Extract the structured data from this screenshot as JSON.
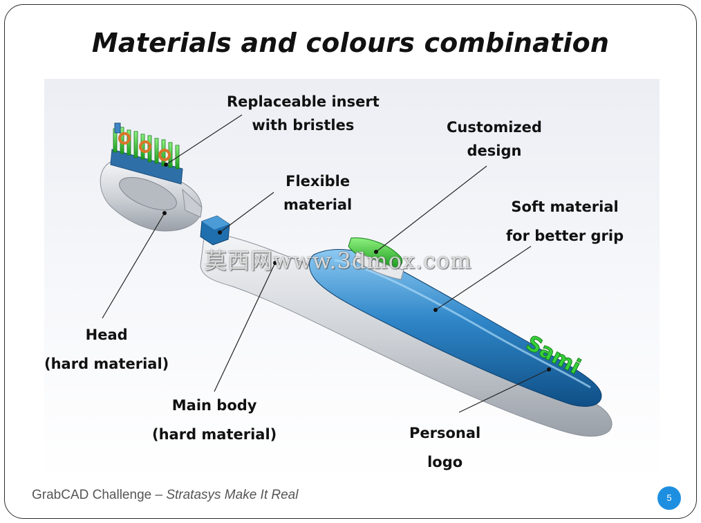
{
  "slide": {
    "title": "Materials and colours combination",
    "page_number": "5"
  },
  "callouts": {
    "insert": [
      "Replaceable insert",
      "with bristles"
    ],
    "flexible": [
      "Flexible",
      "material"
    ],
    "design": [
      "Customized",
      "design"
    ],
    "soft": [
      "Soft material",
      "for better grip"
    ],
    "head": [
      "Head",
      "(hard material)"
    ],
    "body": [
      "Main body",
      "(hard material)"
    ],
    "logo": [
      "Personal",
      "logo"
    ]
  },
  "watermark": "莫西网www.3dmox.com",
  "logo_text": "Sami",
  "footer": {
    "prefix": "GrabCAD Challenge – ",
    "italic": "Stratasys Make It Real"
  },
  "colors": {
    "handle_blue": "#2f86c8",
    "insert_green": "#3ecf3a",
    "connector_blue": "#1f6fae",
    "body_gray": "#d6d9de",
    "badge_blue": "#1e8fe0"
  }
}
